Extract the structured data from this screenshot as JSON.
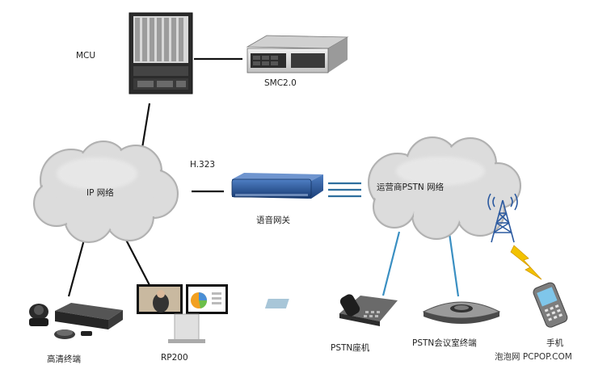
{
  "labels": {
    "mcu": "MCU",
    "smc": "SMC2.0",
    "h323": "H.323",
    "ip_network": "IP 网络",
    "pstn_network": "运营商PSTN 网络",
    "voice_gateway": "语音网关",
    "hd_terminal": "高清终端",
    "rp200": "RP200",
    "pstn_phone": "PSTN座机",
    "pstn_conf": "PSTN会议室终端",
    "mobile": "手机"
  },
  "watermark": "泡泡网 PCPOP.COM",
  "colors": {
    "cloud_fill": "#d9d9d9",
    "cloud_stroke": "#b5b5b5",
    "black_link": "#111111",
    "blue_link": "#3a8fc2",
    "triple_link": "#2e6f9e",
    "gateway_blue": "#23508f",
    "lightning": "#f2c200"
  }
}
